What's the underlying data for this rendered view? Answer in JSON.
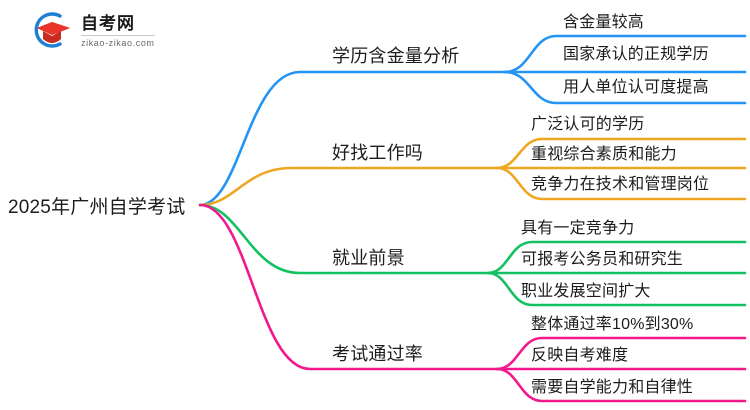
{
  "logo": {
    "name": "自考网",
    "url": "zikao-zikao.com",
    "mark_icon": "graduation-cap-icon",
    "arc_color": "#1f7fd0",
    "cap_color": "#e03028"
  },
  "mindmap": {
    "root": {
      "label": "2025年广州自学考试"
    },
    "branches": [
      {
        "label": "学历含金量分析",
        "color": "#2494f5",
        "children": [
          {
            "label": "含金量较高"
          },
          {
            "label": "国家承认的正规学历"
          },
          {
            "label": "用人单位认可度提高"
          }
        ]
      },
      {
        "label": "好找工作吗",
        "color": "#efa723",
        "children": [
          {
            "label": "广泛认可的学历"
          },
          {
            "label": "重视综合素质和能力"
          },
          {
            "label": "竞争力在技术和管理岗位"
          }
        ]
      },
      {
        "label": "就业前景",
        "color": "#13c163",
        "children": [
          {
            "label": "具有一定竞争力"
          },
          {
            "label": "可报考公务员和研究生"
          },
          {
            "label": "职业发展空间扩大"
          }
        ]
      },
      {
        "label": "考试通过率",
        "color": "#f4188d",
        "children": [
          {
            "label": "整体通过率10%到30%"
          },
          {
            "label": "反映自考难度"
          },
          {
            "label": "需要自学能力和自律性"
          }
        ]
      }
    ]
  }
}
